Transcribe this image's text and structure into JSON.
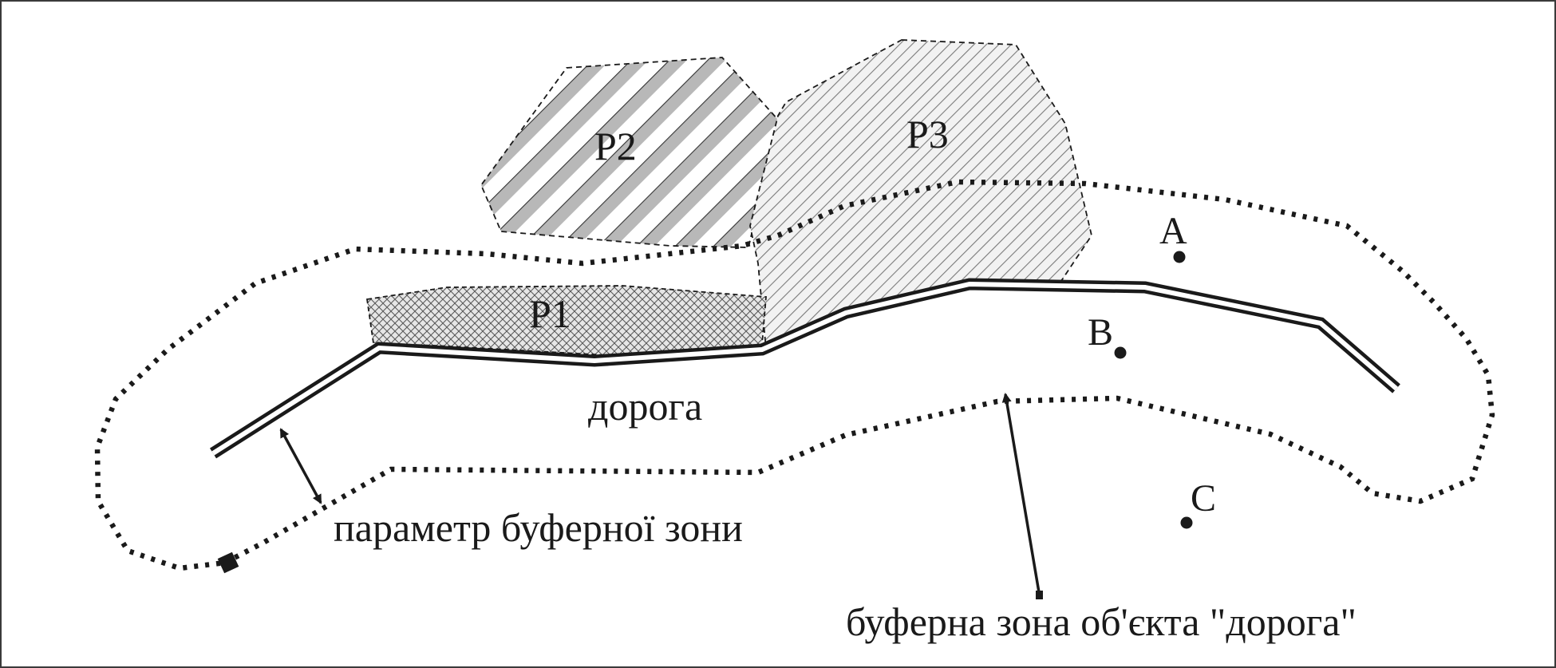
{
  "labels": {
    "p1": "P1",
    "p2": "P2",
    "p3": "P3",
    "road": "дорога",
    "buffer_param": "параметр буферної зони",
    "buffer_zone": "буферна зона об'єкта \"дорога\"",
    "point_a": "A",
    "point_b": "B",
    "point_c": "C"
  },
  "colors": {
    "ink": "#1a1a1a",
    "fill_p1": "#dcdcdc",
    "fill_p2": "#bfbfbf",
    "fill_p3": "#e4e4e4"
  }
}
